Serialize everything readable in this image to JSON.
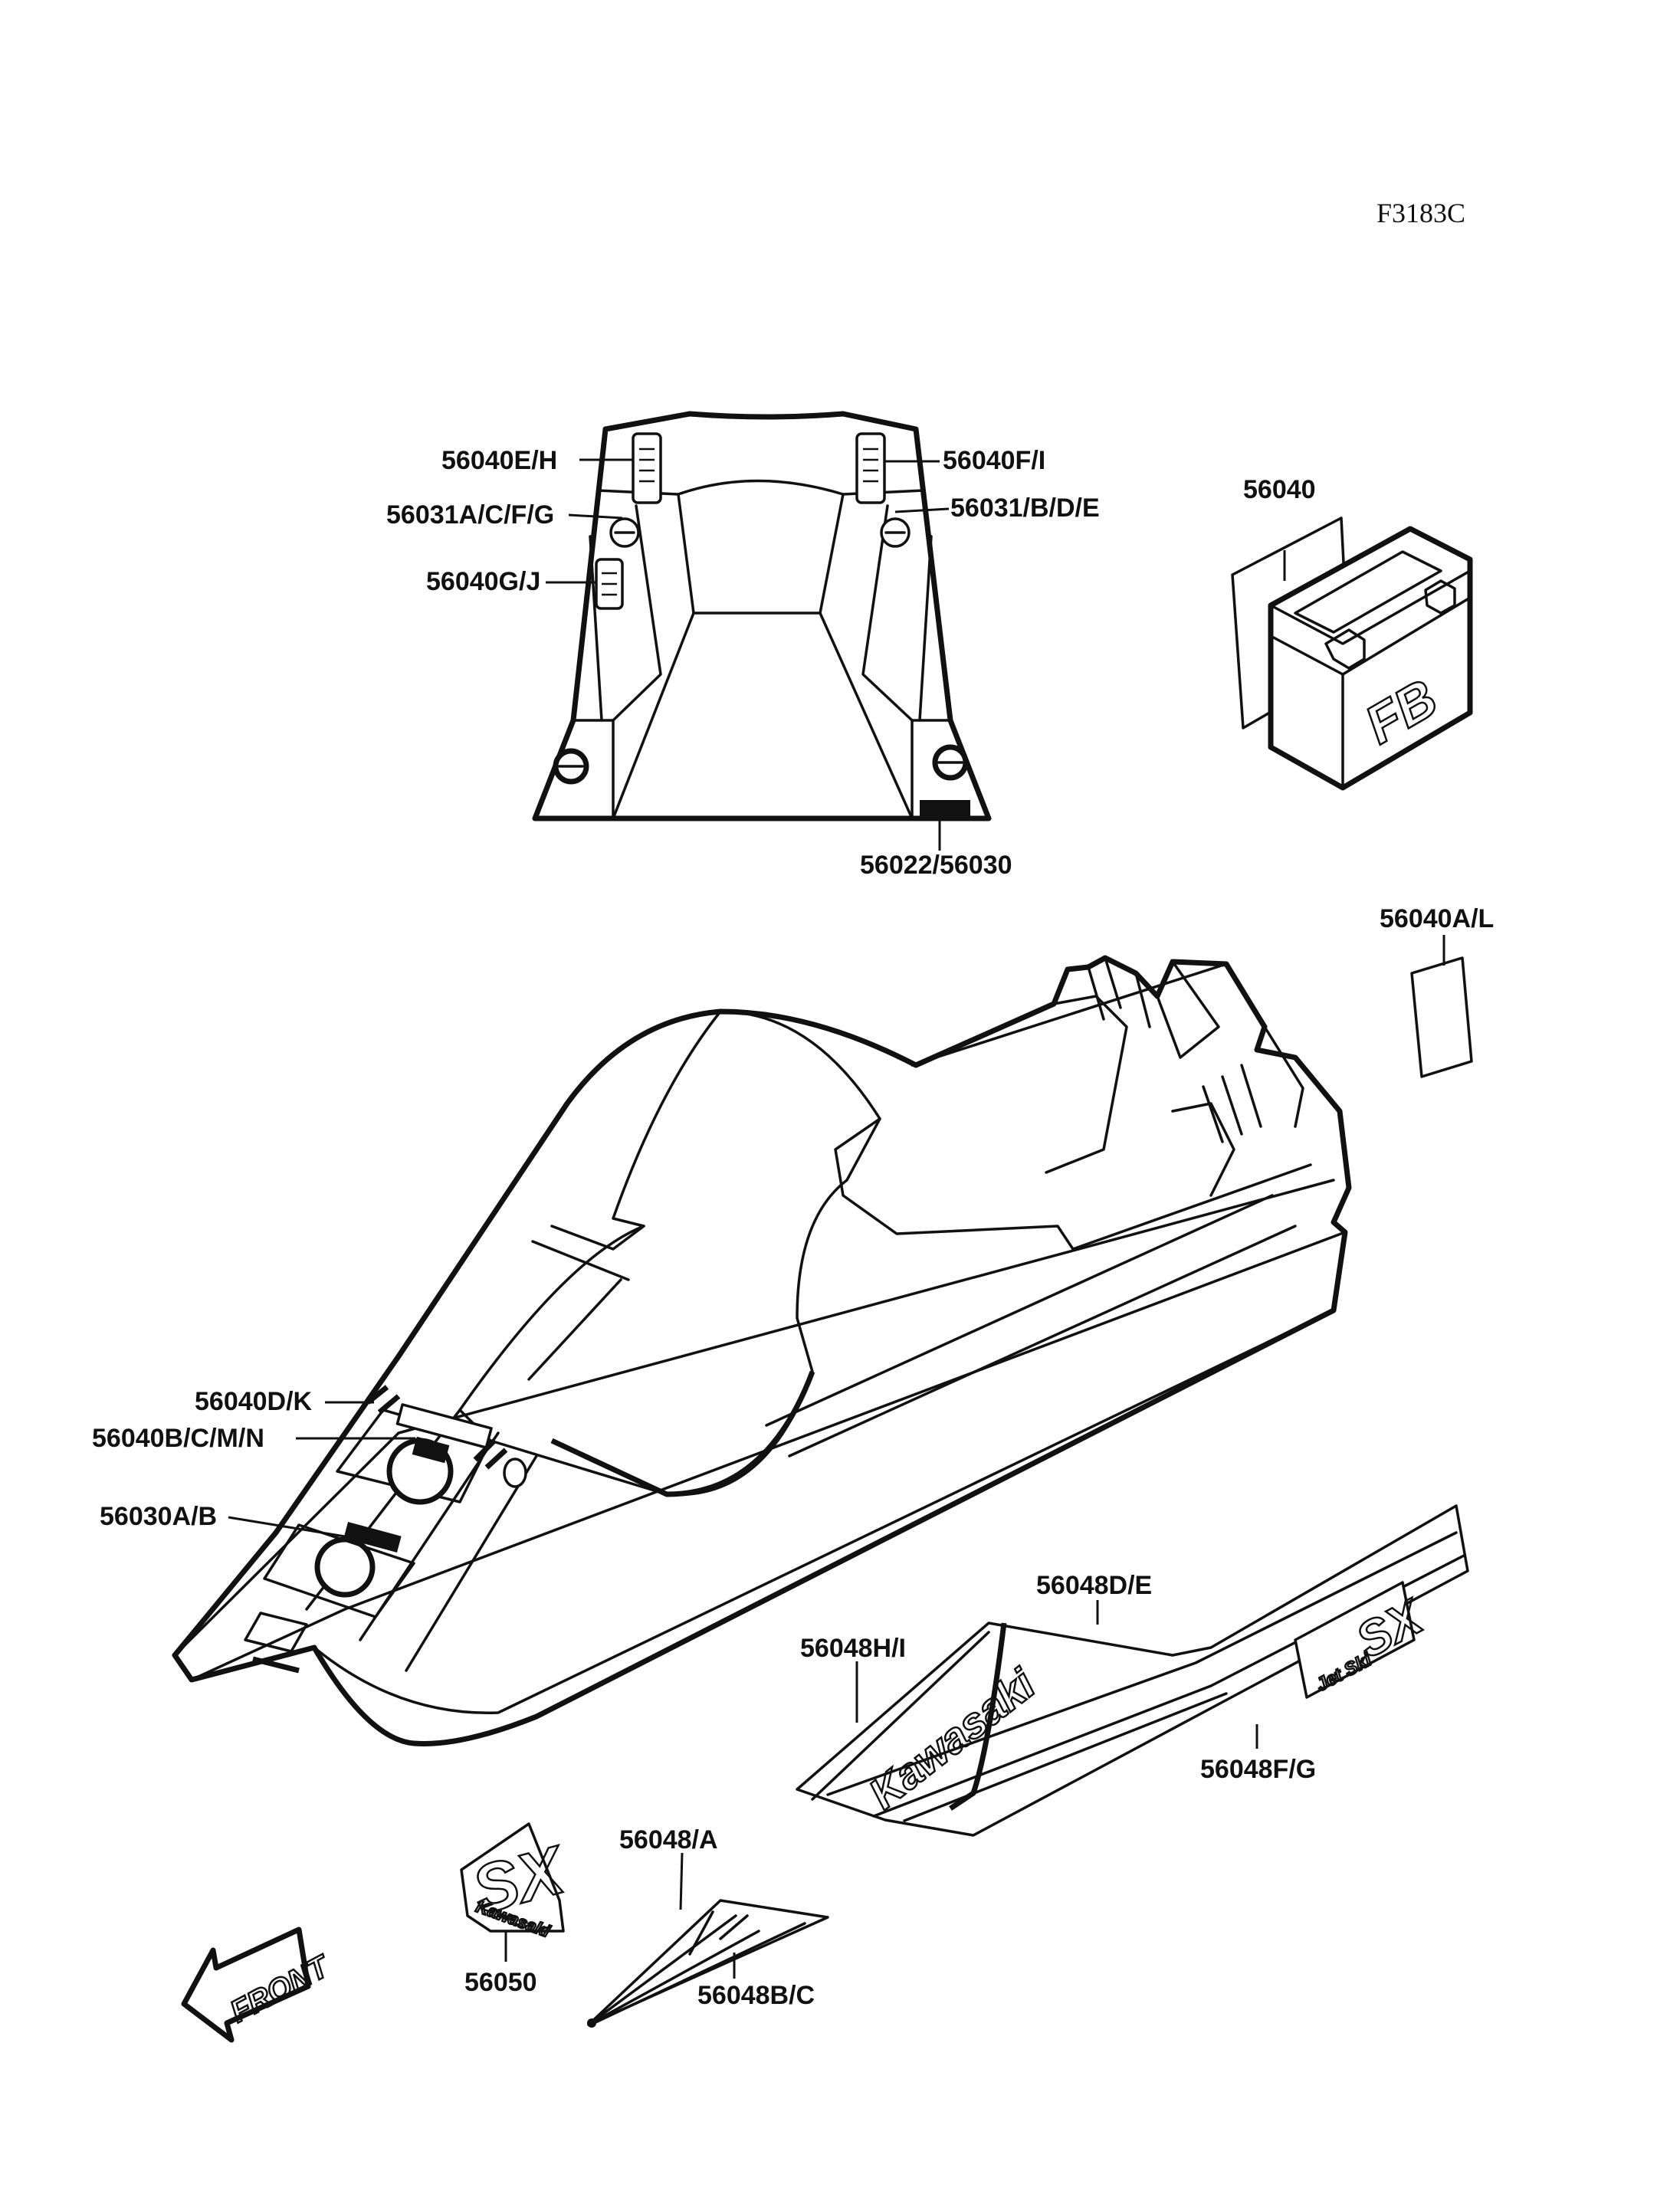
{
  "diagram_code": "F3183C",
  "labels": {
    "l1": "56040E/H",
    "l2": "56040F/I",
    "l3": "56031A/C/F/G",
    "l4": "56031/B/D/E",
    "l5": "56040G/J",
    "l6": "56040",
    "l7": "56022/56030",
    "l8": "56040A/L",
    "l9": "56040D/K",
    "l10": "56040B/C/M/N",
    "l11": "56030A/B",
    "l12": "56048D/E",
    "l13": "56048H/I",
    "l14": "56048F/G",
    "l15": "56048/A",
    "l16": "56048B/C",
    "l17": "56050"
  },
  "decals": {
    "battery_mark": "FB",
    "brand": "Kawasaki",
    "model": "SX",
    "badge": "Jet Ski",
    "front_arrow": "FRONT"
  }
}
